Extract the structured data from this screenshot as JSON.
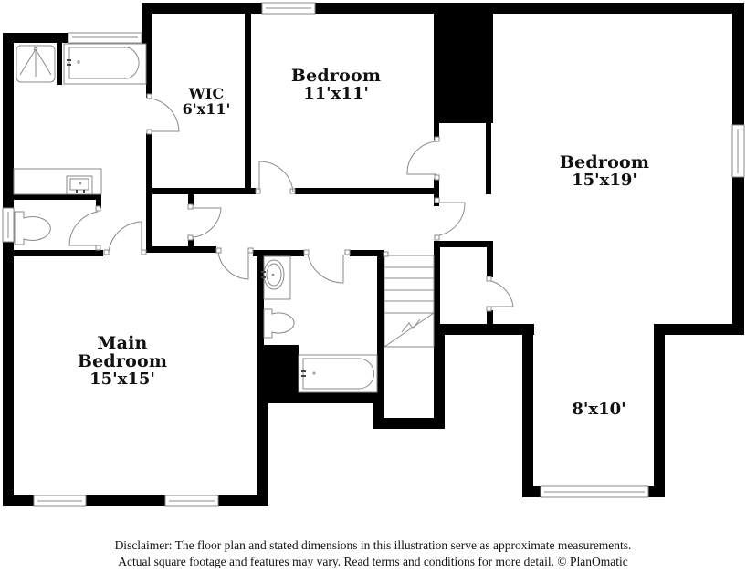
{
  "floor_plan": {
    "rooms": [
      {
        "id": "wic",
        "name": "WIC",
        "dimensions": "6'x11'"
      },
      {
        "id": "bedroom_2",
        "name": "Bedroom",
        "dimensions": "11'x11'"
      },
      {
        "id": "bedroom_3",
        "name": "Bedroom",
        "dimensions": "15'x19'"
      },
      {
        "id": "main_bedroom",
        "name": "Main Bedroom",
        "name_line1": "Main",
        "name_line2": "Bedroom",
        "dimensions": "15'x15'"
      },
      {
        "id": "alcove",
        "name": "",
        "dimensions": "8'x10'"
      }
    ],
    "unlabeled_areas": [
      "main-bath",
      "water-closet",
      "hall-bath",
      "hallway",
      "stairs",
      "linen-closet",
      "bedroom-closet",
      "hall-closet"
    ],
    "fixtures": [
      "shower",
      "bathtub",
      "vanity-sink",
      "toilet",
      "oval-sink",
      "toilet",
      "bathtub",
      "staircase"
    ]
  },
  "colors": {
    "wall": "#000000",
    "fixture_line": "#8a8a8a",
    "background": "#ffffff"
  },
  "disclaimer": {
    "line1": "Disclaimer: The floor plan and stated dimensions in this illustration serve as approximate measurements.",
    "line2": "Actual square footage and features may vary. Read terms and conditions for more detail. © PlanOmatic"
  }
}
